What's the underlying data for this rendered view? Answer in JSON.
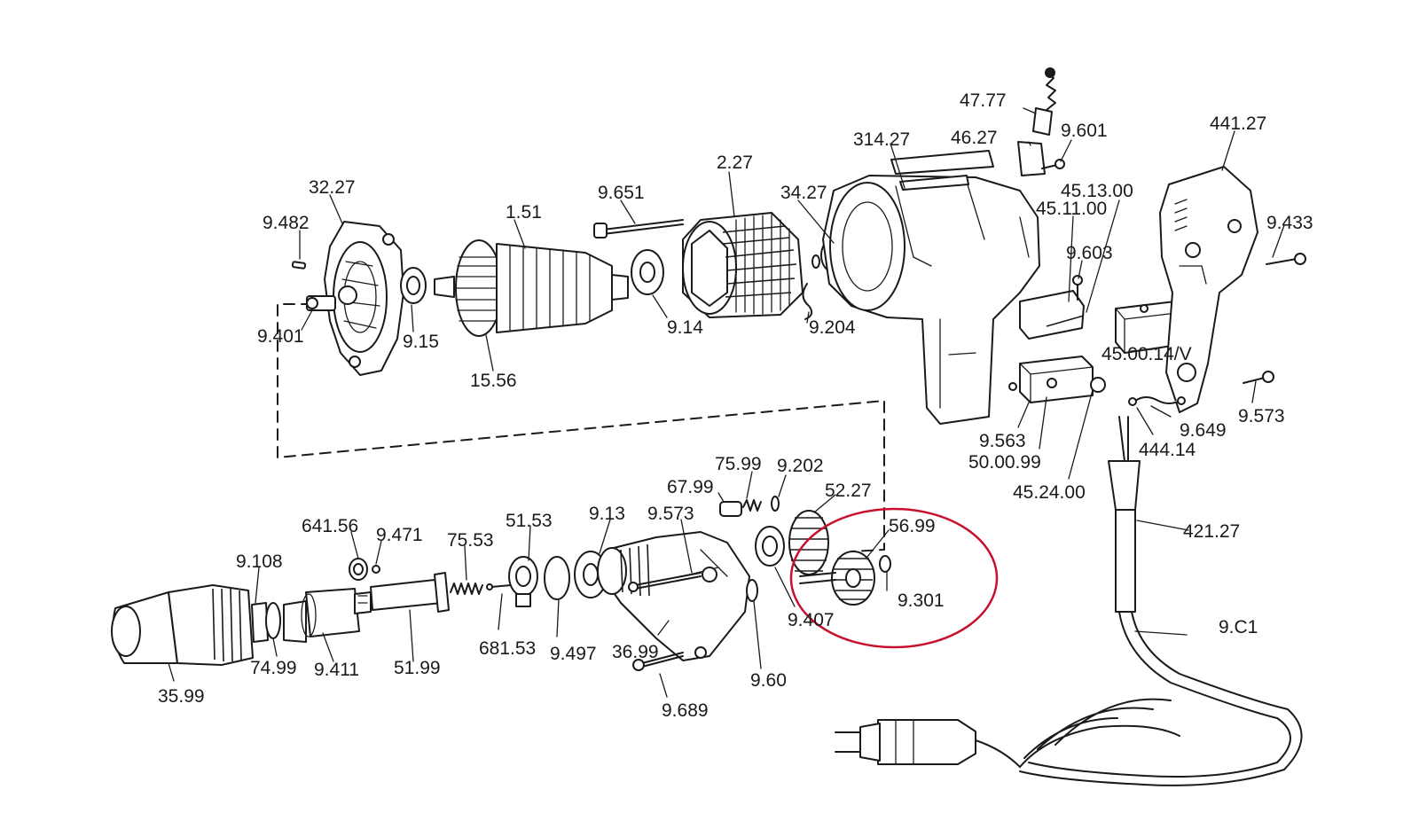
{
  "labels": {
    "p47_77": "47.77",
    "p9_601": "9.601",
    "p46_27": "46.27",
    "p441_27": "441.27",
    "p314_27": "314.27",
    "p45_13_00": "45.13.00",
    "p45_11_00": "45.11.00",
    "p2_27": "2.27",
    "p9_433": "9.433",
    "p32_27": "32.27",
    "p9_651": "9.651",
    "p34_27": "34.27",
    "p1_51": "1.51",
    "p9_482": "9.482",
    "p9_603": "9.603",
    "p9_401": "9.401",
    "p9_15": "9.15",
    "p9_14": "9.14",
    "p9_204": "9.204",
    "p45_00_14_v": "45.00.14/V",
    "p15_56": "15.56",
    "p9_573_top": "9.573",
    "p9_649": "9.649",
    "p9_563": "9.563",
    "p444_14": "444.14",
    "p50_00_99": "50.00.99",
    "p75_99": "75.99",
    "p9_202": "9.202",
    "p45_24_00": "45.24.00",
    "p67_99": "67.99",
    "p52_27": "52.27",
    "p51_53": "51.53",
    "p9_13": "9.13",
    "p9_573_mid": "9.573",
    "p56_99": "56.99",
    "p641_56": "641.56",
    "p9_471": "9.471",
    "p421_27": "421.27",
    "p75_53": "75.53",
    "p9_108": "9.108",
    "p9_301": "9.301",
    "p9_407": "9.407",
    "p9_01": "9.C1",
    "p681_53": "681.53",
    "p9_497": "9.497",
    "p74_99": "74.99",
    "p9_411": "9.411",
    "p51_99": "51.99",
    "p36_99": "36.99",
    "p9_60": "9.60",
    "p35_99": "35.99",
    "p9_689": "9.689"
  },
  "colors": {
    "ink": "#1a1a1a",
    "highlight": "#c8102e",
    "background": "#ffffff"
  }
}
